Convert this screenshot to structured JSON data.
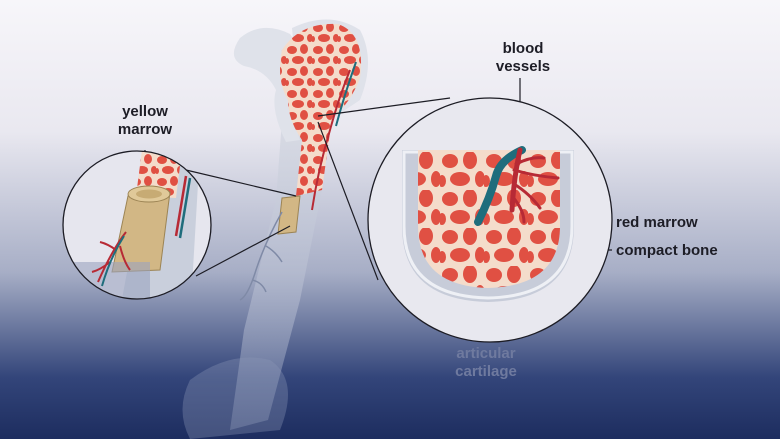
{
  "labels": {
    "yellow_marrow": [
      "yellow",
      "marrow"
    ],
    "blood_vessels": [
      "blood",
      "vessels"
    ],
    "red_marrow": "red marrow",
    "compact_bone": "compact bone",
    "articular_cartilage": [
      "articular",
      "cartilage"
    ]
  },
  "colors": {
    "red_marrow": "#e05043",
    "spongy_matrix": "#f4dccb",
    "yellow_marrow": "#d2b785",
    "bone": "#dde0e8",
    "artery": "#b72a35",
    "vein": "#1f6d7c",
    "outline": "#1c1c24"
  }
}
